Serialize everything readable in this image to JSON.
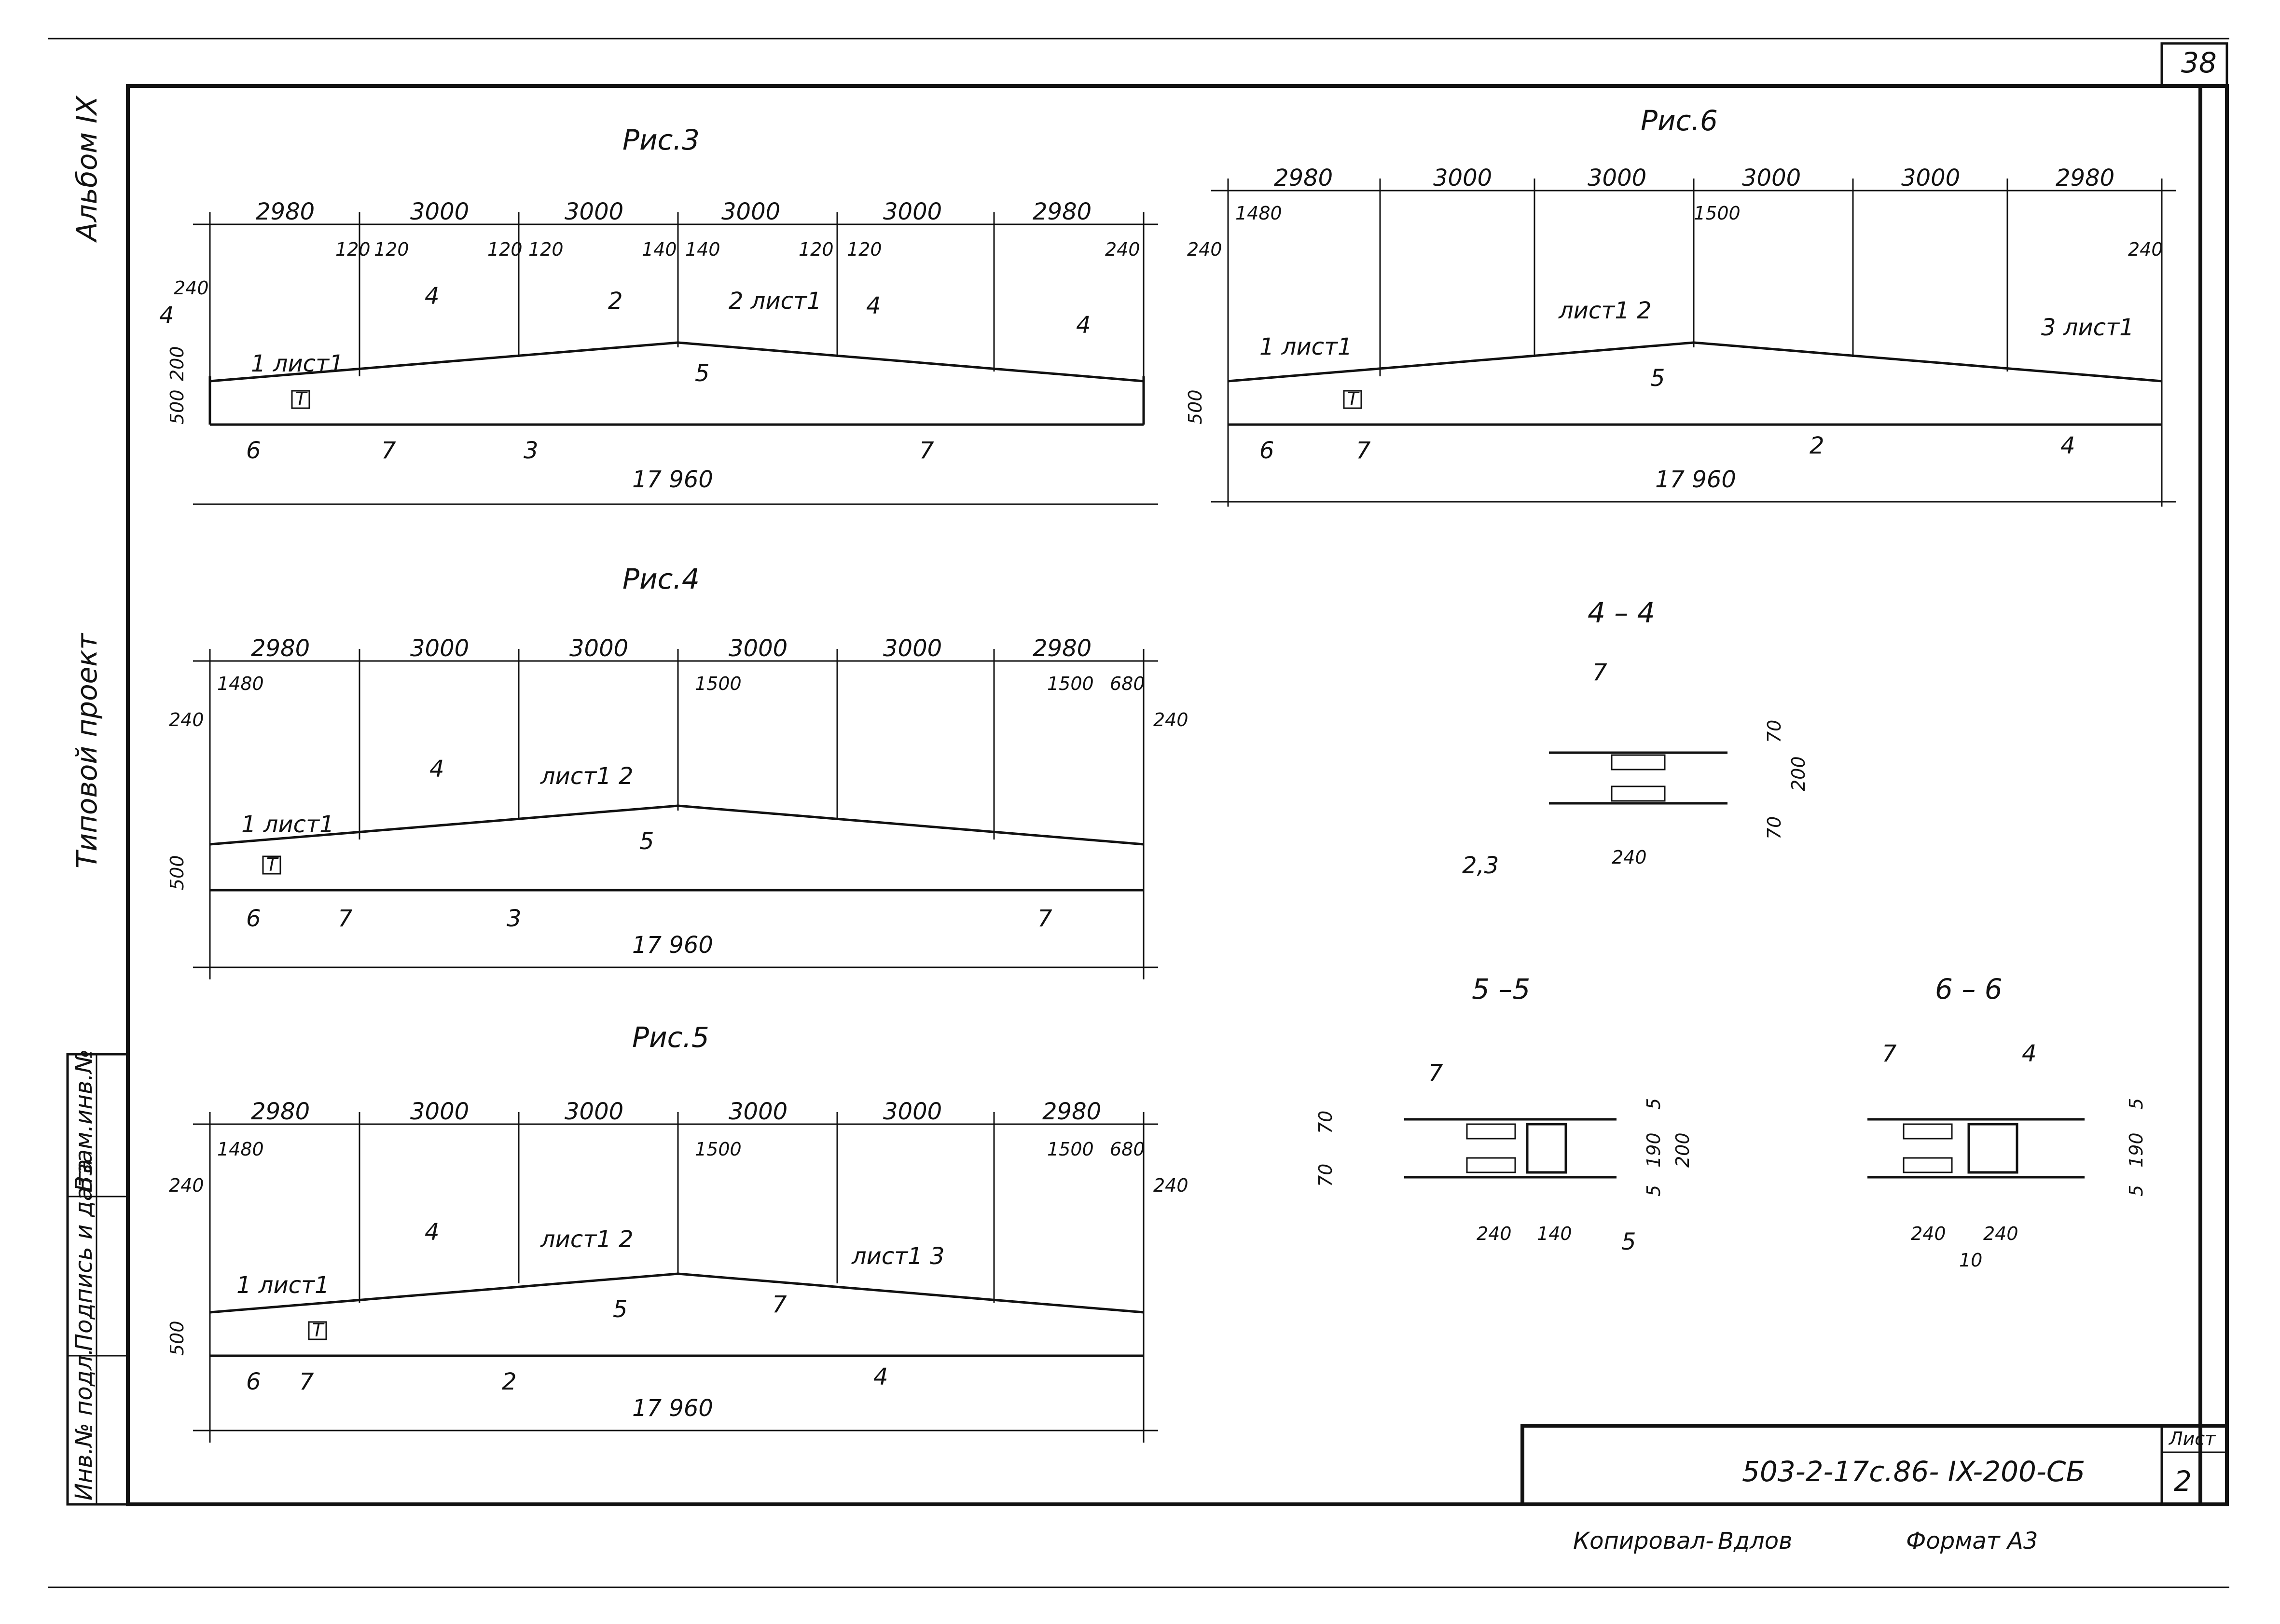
{
  "sheet_number": "38",
  "figures": {
    "fig3": {
      "title": "Рис.3",
      "dims_top": [
        "2980",
        "3000",
        "3000",
        "3000",
        "3000",
        "2980"
      ],
      "total": "17 960"
    },
    "fig4": {
      "title": "Рис.4",
      "dims_top": [
        "2980",
        "3000",
        "3000",
        "3000",
        "3000",
        "2980"
      ],
      "total": "17 960"
    },
    "fig5": {
      "title": "Рис.5",
      "dims_top": [
        "2980",
        "3000",
        "3000",
        "3000",
        "3000",
        "2980"
      ],
      "total": "17 960"
    },
    "fig6": {
      "title": "Рис.6",
      "dims_top": [
        "2980",
        "3000",
        "3000",
        "3000",
        "3000",
        "2980"
      ],
      "total": "17 960"
    }
  },
  "labels": {
    "d240": "240",
    "d120": "120",
    "d140": "140",
    "d1480": "1480",
    "d1500": "1500",
    "d680": "680",
    "d500": "500",
    "d200": "200",
    "d70": "70",
    "d190": "190",
    "d5": "5",
    "d10": "10",
    "sheet1": "1 лист1",
    "sheet2": "лист1 2",
    "sheet2b": "2 лист1",
    "sheet3": "лист1 3",
    "sheet3b": "3 лист1",
    "mark_t": "Т",
    "n1": "1",
    "n2": "2",
    "n3": "3",
    "n4": "4",
    "n5": "5",
    "n6": "6",
    "n7": "7",
    "n23": "2,3"
  },
  "sections": {
    "s44": "4 – 4",
    "s55": "5 –5",
    "s66": "6 – 6"
  },
  "title_block": {
    "code": "503-2-17с.86- IX-200-СБ",
    "sheet_label": "Лист",
    "sheet_value": "2",
    "copied_by": "Копировал-",
    "copied_sign": "Вдлов",
    "format": "Формат А3"
  },
  "side_stamp": {
    "project": "Типовой проект",
    "album": "Альбом IX",
    "cells": [
      "Инв.№ подл.",
      "Подпись и дата",
      "Взам.инв.№"
    ]
  }
}
